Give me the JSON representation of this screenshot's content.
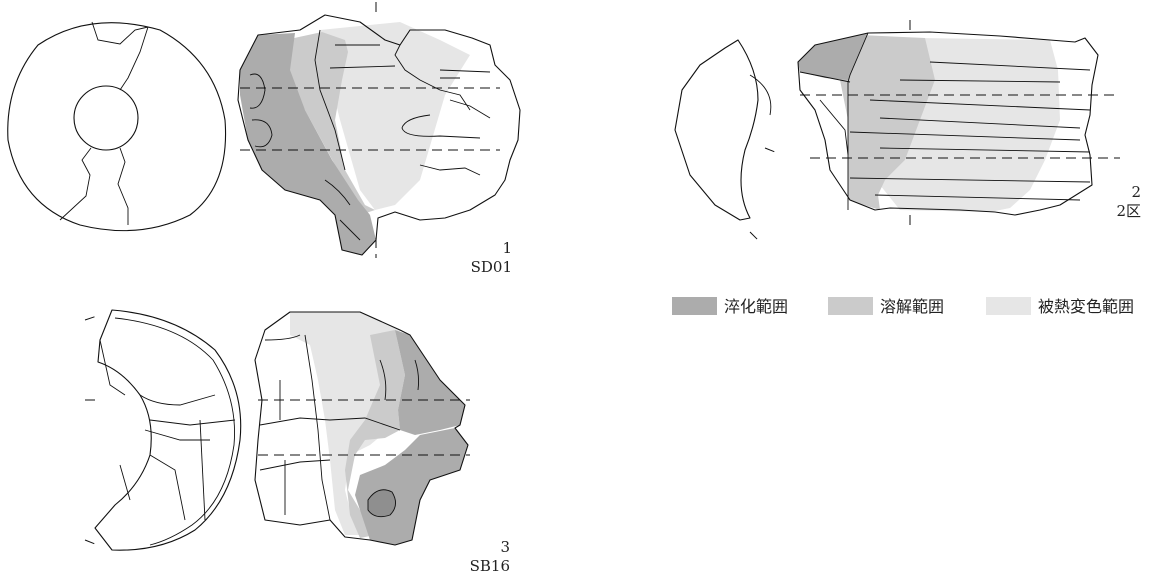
{
  "colors": {
    "quench": "#acacac",
    "dissolve": "#cbcbcb",
    "heat": "#e6e6e6",
    "line": "#111111"
  },
  "figures": [
    {
      "number": "1",
      "code": "SD01"
    },
    {
      "number": "2",
      "code": "2区"
    },
    {
      "number": "3",
      "code": "SB16"
    }
  ],
  "legend": [
    {
      "label": "淬化範囲",
      "color": "#acacac"
    },
    {
      "label": "溶解範囲",
      "color": "#cbcbcb"
    },
    {
      "label": "被熱変色範囲",
      "color": "#e6e6e6"
    }
  ]
}
